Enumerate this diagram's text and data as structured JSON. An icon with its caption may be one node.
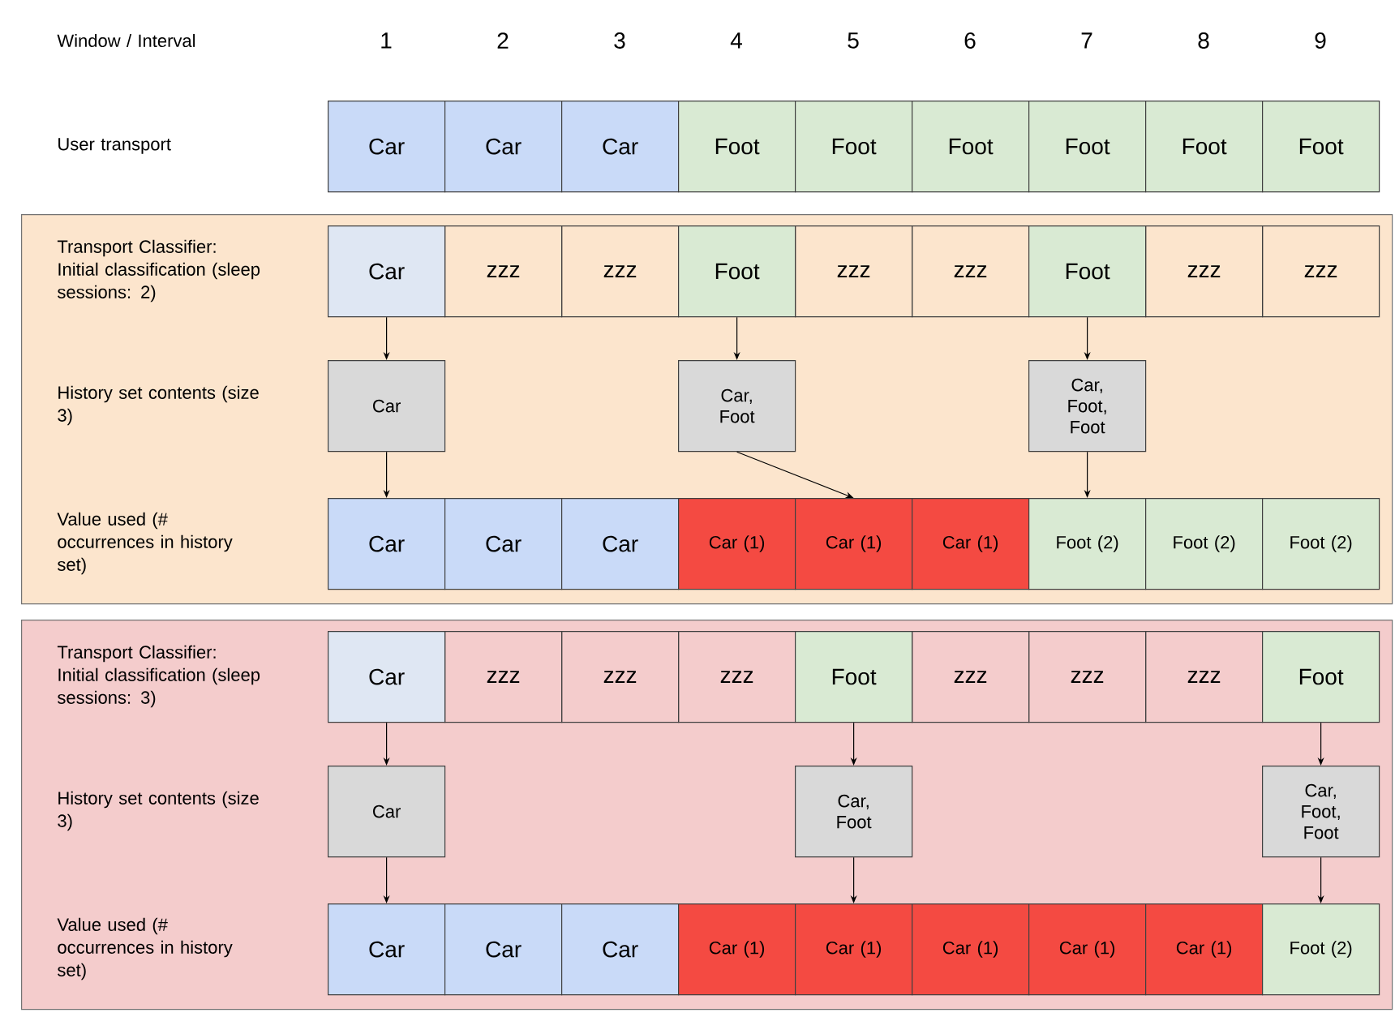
{
  "diagram": {
    "nodes": [
      {
        "text": [
          "Car"
        ]
      },
      {
        "text": [
          "Car"
        ]
      },
      {
        "text": [
          "Car"
        ]
      },
      {
        "text": [
          "Foot"
        ]
      },
      {
        "text": [
          "Foot"
        ]
      },
      {
        "text": [
          "Foot"
        ]
      },
      {
        "text": [
          "Foot"
        ]
      },
      {
        "text": [
          "Foot"
        ]
      },
      {
        "text": [
          "Foot"
        ]
      },
      {
        "text": [],
        "shape": "box"
      },
      {
        "text": [
          "Car"
        ],
        "in": 9
      },
      {
        "text": [
          "zzz"
        ],
        "in": 9
      },
      {
        "text": [
          "zzz"
        ],
        "in": 9
      },
      {
        "text": [
          "Foot"
        ],
        "in": 9
      },
      {
        "text": [
          "zzz"
        ],
        "in": 9
      },
      {
        "text": [
          "zzz"
        ],
        "in": 9
      },
      {
        "text": [
          "Foot"
        ],
        "in": 9
      },
      {
        "text": [
          "zzz"
        ],
        "in": 9
      },
      {
        "text": [
          "zzz"
        ],
        "in": 9
      },
      {
        "text": [
          "Car"
        ],
        "in": 9
      },
      {
        "text": [
          "Car, Foot"
        ],
        "in": 9
      },
      {
        "text": [
          "Car, Foot, Foot"
        ],
        "in": 9
      },
      {
        "text": [
          "Car"
        ],
        "in": 9
      },
      {
        "text": [
          "Car"
        ],
        "in": 9
      },
      {
        "text": [
          "Car"
        ],
        "in": 9
      },
      {
        "text": [
          "Car (1)"
        ],
        "in": 9
      },
      {
        "text": [
          "Car (1)"
        ],
        "in": 9
      },
      {
        "text": [
          "Car (1)"
        ],
        "in": 9
      },
      {
        "text": [
          "Foot (2)"
        ],
        "in": 9
      },
      {
        "text": [
          "Foot (2)"
        ],
        "in": 9
      },
      {
        "text": [
          "Foot (2)"
        ],
        "in": 9
      },
      {
        "text": [],
        "shape": "box"
      },
      {
        "text": [
          "Car"
        ],
        "in": 31
      },
      {
        "text": [
          "zzz"
        ],
        "in": 31
      },
      {
        "text": [
          "zzz"
        ],
        "in": 31
      },
      {
        "text": [
          "zzz"
        ],
        "in": 31
      },
      {
        "text": [
          "Foot"
        ],
        "in": 31
      },
      {
        "text": [
          "zzz"
        ],
        "in": 31
      },
      {
        "text": [
          "zzz"
        ],
        "in": 31
      },
      {
        "text": [
          "zzz"
        ],
        "in": 31
      },
      {
        "text": [
          "Foot"
        ],
        "in": 31
      },
      {
        "text": [
          "Car"
        ],
        "in": 31
      },
      {
        "text": [
          "Car, Foot"
        ],
        "in": 31
      },
      {
        "text": [
          "Car, Foot, Foot"
        ],
        "in": 31
      },
      {
        "text": [
          "Car"
        ],
        "in": 31
      },
      {
        "text": [
          "Car"
        ],
        "in": 31
      },
      {
        "text": [
          "Car"
        ],
        "in": 31
      },
      {
        "text": [
          "Car (1)"
        ],
        "in": 31
      },
      {
        "text": [
          "Car (1)"
        ],
        "in": 31
      },
      {
        "text": [
          "Car (1)"
        ],
        "in": 31
      },
      {
        "text": [
          "Car (1)"
        ],
        "in": 31
      },
      {
        "text": [
          "Car (1)"
        ],
        "in": 31
      },
      {
        "text": [
          "Foot (2)"
        ],
        "in": 31
      }
    ],
    "edges": [
      {
        "from": 10,
        "to": 19,
        "arrow": "to"
      },
      {
        "from": 19,
        "to": 22,
        "arrow": "to"
      },
      {
        "from": 13,
        "to": 20,
        "arrow": "to"
      },
      {
        "from": 20,
        "to": 26,
        "arrow": "to"
      },
      {
        "from": 16,
        "to": 21,
        "arrow": "to"
      },
      {
        "from": 21,
        "to": 28,
        "arrow": "to"
      },
      {
        "from": 32,
        "to": 41,
        "arrow": "to"
      },
      {
        "from": 41,
        "to": 44,
        "arrow": "to"
      },
      {
        "from": 36,
        "to": 42,
        "arrow": "to"
      },
      {
        "from": 42,
        "to": 48,
        "arrow": "to"
      },
      {
        "from": 40,
        "to": 43,
        "arrow": "to"
      },
      {
        "from": 43,
        "to": 52,
        "arrow": "to"
      }
    ],
    "labels": [
      "Window / Interval",
      "1",
      "2",
      "3",
      "4",
      "5",
      "6",
      "7",
      "8",
      "9",
      "User transport",
      "Transport Classifier: Initial classification (sleep sessions: 2)",
      "History set contents (size 3)",
      "Value used (# occurrences in history set)",
      "Transport Classifier: Initial classification (sleep sessions: 3)",
      "History set contents (size 3)",
      "Value used (# occurrences in history set)"
    ]
  }
}
